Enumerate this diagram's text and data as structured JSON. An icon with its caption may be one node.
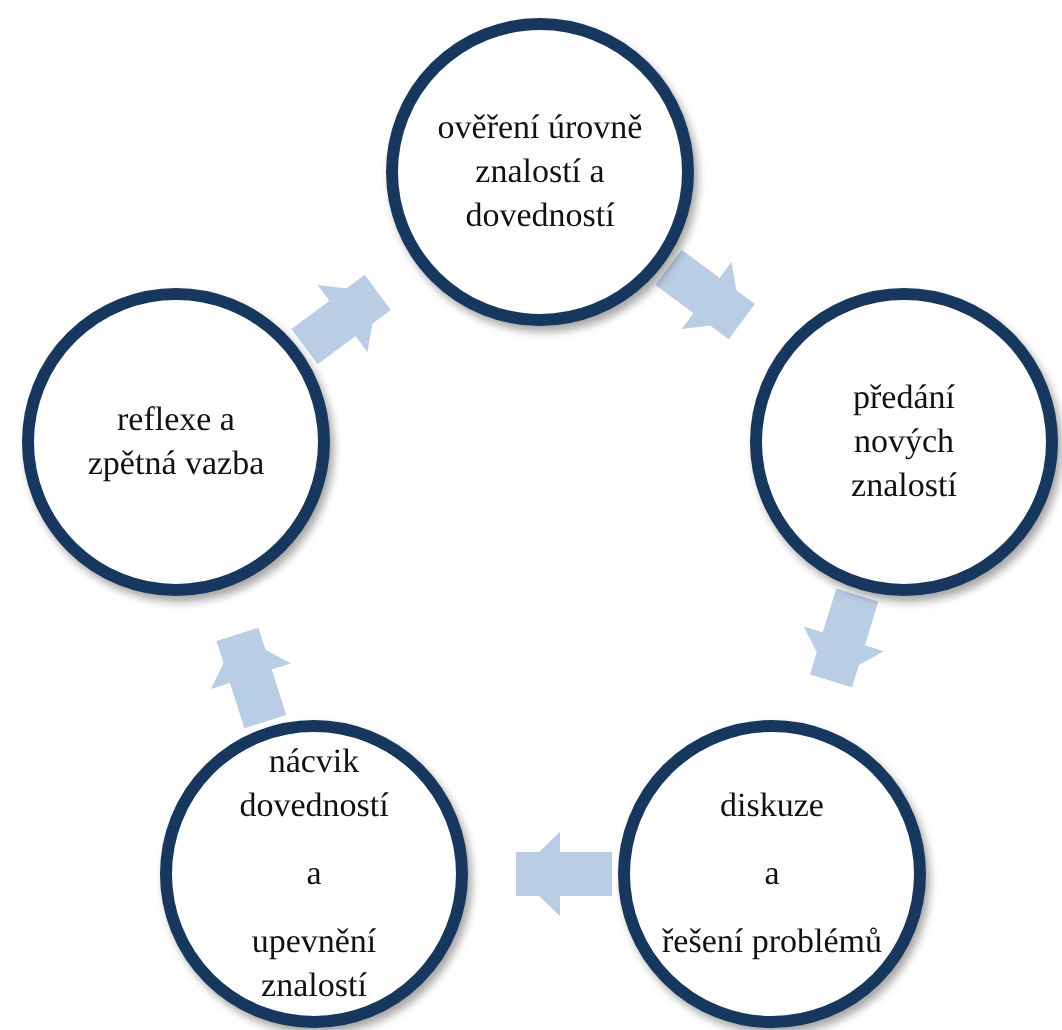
{
  "diagram": {
    "nodes": [
      {
        "text": [
          "ověření úrovně znalostí a dovedností"
        ]
      },
      {
        "text": [
          "předání nových znalostí"
        ]
      },
      {
        "text": [
          "diskuze",
          "a",
          "řešení problémů"
        ]
      },
      {
        "text": [
          "nácvik dovedností",
          "a",
          "upevnění znalostí"
        ]
      },
      {
        "text": [
          "reflexe a zpětná vazba"
        ]
      }
    ],
    "edges": [
      {
        "from": 0,
        "to": 1,
        "arrow": "to"
      },
      {
        "from": 1,
        "to": 2,
        "arrow": "to"
      },
      {
        "from": 2,
        "to": 3,
        "arrow": "to"
      },
      {
        "from": 3,
        "to": 4,
        "arrow": "to"
      },
      {
        "from": 4,
        "to": 0,
        "arrow": "to"
      }
    ]
  }
}
